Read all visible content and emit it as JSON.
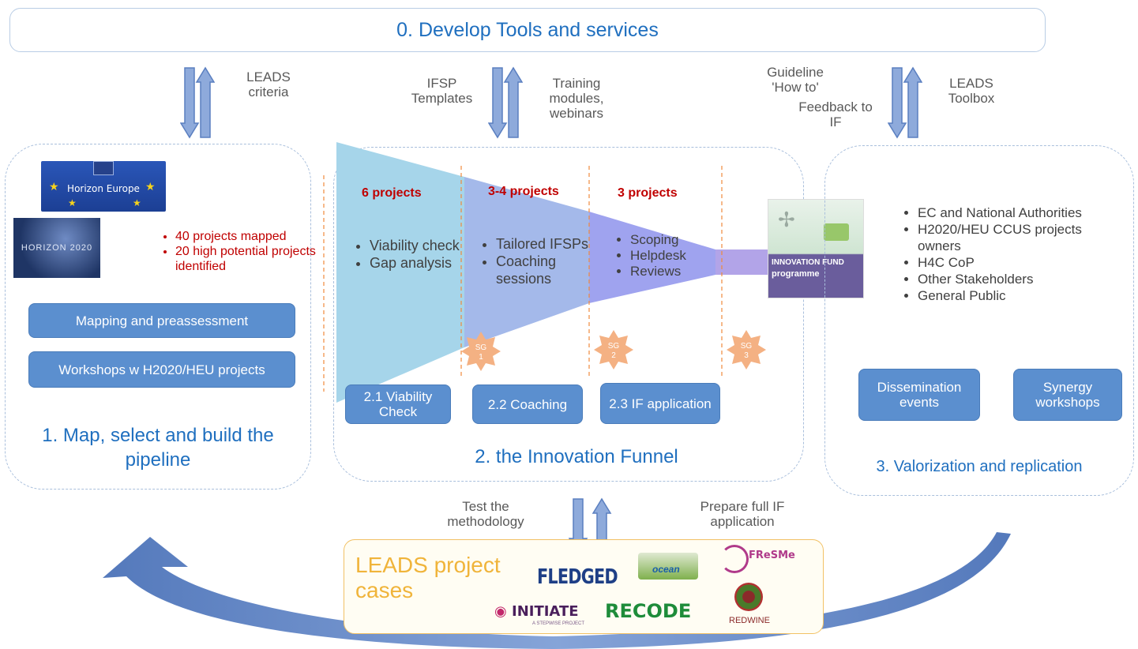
{
  "top_title": "0. Develop Tools and services",
  "arrow_labels": {
    "leads_criteria": "LEADS criteria",
    "ifsp_templates": "IFSP Templates",
    "training": "Training modules, webinars",
    "guideline": "Guideline 'How to'",
    "feedback": "Feedback to IF",
    "toolbox": "LEADS Toolbox",
    "test_method": "Test the methodology",
    "prepare_full": "Prepare full IF application"
  },
  "section1": {
    "logo_horizon_europe": "Horizon Europe",
    "logo_horizon_2020": "HORIZON 2020",
    "bullets": [
      "40 projects mapped",
      "20 high potential projects identified"
    ],
    "buttons": [
      "Mapping and preassessment",
      "Workshops w H2020/HEU projects"
    ],
    "title": "1. Map, select and build the pipeline"
  },
  "section2": {
    "phases": [
      {
        "count": "6 projects",
        "items": [
          "Viability check",
          "Gap analysis"
        ],
        "button": "2.1 Viability Check"
      },
      {
        "count": "3-4 projects",
        "items": [
          "Tailored IFSPs",
          "Coaching sessions"
        ],
        "button": "2.2 Coaching"
      },
      {
        "count": "3 projects",
        "items": [
          "Scoping",
          "Helpdesk",
          "Reviews"
        ],
        "button": "2.3 IF application"
      }
    ],
    "stage_gates": [
      "SG 1",
      "SG 2",
      "SG 3"
    ],
    "innovation_fund_line1": "INNOVATION FUND",
    "innovation_fund_line2": "programme",
    "title": "2. the Innovation Funnel"
  },
  "section3": {
    "bullets": [
      "EC and National Authorities",
      "H2020/HEU CCUS projects owners",
      "H4C CoP",
      "Other Stakeholders",
      "General Public"
    ],
    "buttons": [
      "Dissemination events",
      "Synergy workshops"
    ],
    "title": "3. Valorization and replication"
  },
  "cases": {
    "title": "LEADS project cases",
    "logos": [
      "FLEDGED",
      "ocean",
      "FReSMe",
      "INITIATE",
      "A STEPWISE PROJECT",
      "RECODE",
      "REDWINE"
    ]
  },
  "colors": {
    "accent_blue": "#1f6fbf",
    "button_blue": "#5b8fcf",
    "red_text": "#c00000",
    "funnel_1": "#a6d5ea",
    "funnel_2": "#a4b9ea",
    "funnel_3": "#9fa3ef",
    "stage_gate": "#f4b183"
  }
}
